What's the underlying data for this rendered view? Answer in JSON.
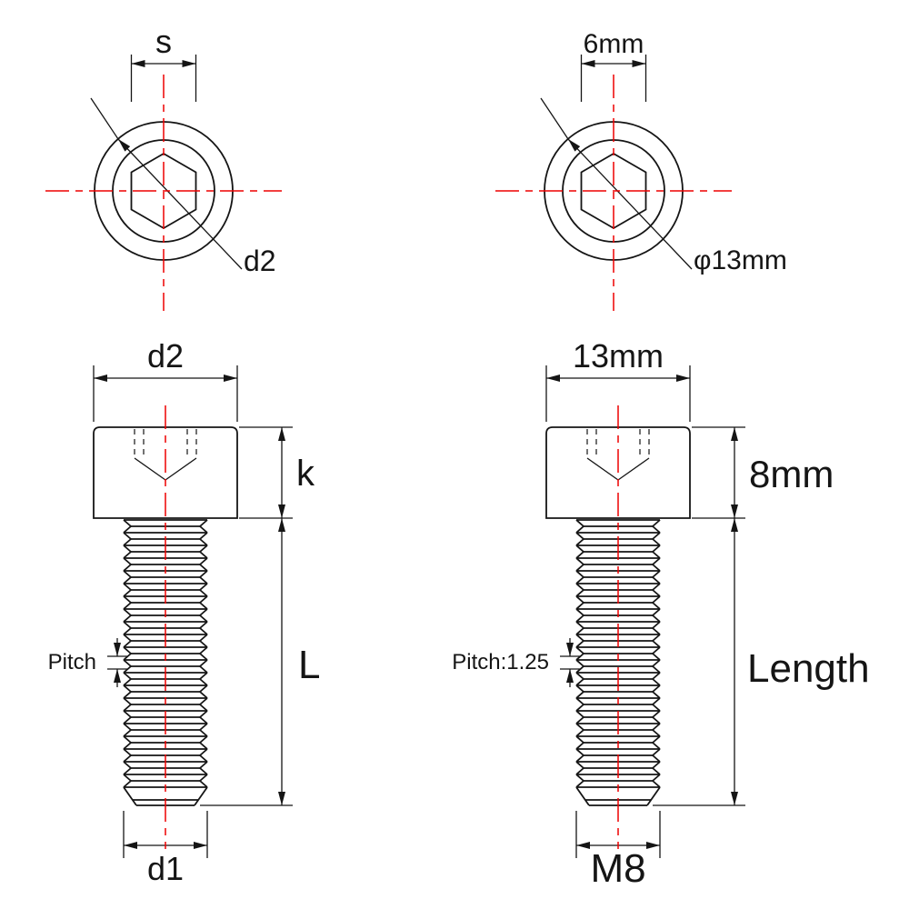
{
  "diagram": {
    "subject": "hex socket head cap screw dimension drawing",
    "colors": {
      "line": "#151515",
      "centerline": "#ee0000"
    },
    "top_view_generic": {
      "socket_size": "s",
      "head_diameter": "d2"
    },
    "top_view_dimensioned": {
      "socket_size": "6mm",
      "head_diameter": "φ13mm"
    },
    "side_view_generic": {
      "head_diameter": "d2",
      "head_height": "k",
      "thread_length": "L",
      "pitch": "Pitch",
      "thread_diameter": "d1"
    },
    "side_view_dimensioned": {
      "head_diameter": "13mm",
      "head_height": "8mm",
      "thread_length": "Length",
      "pitch": "Pitch:1.25",
      "thread_diameter": "M8"
    }
  }
}
